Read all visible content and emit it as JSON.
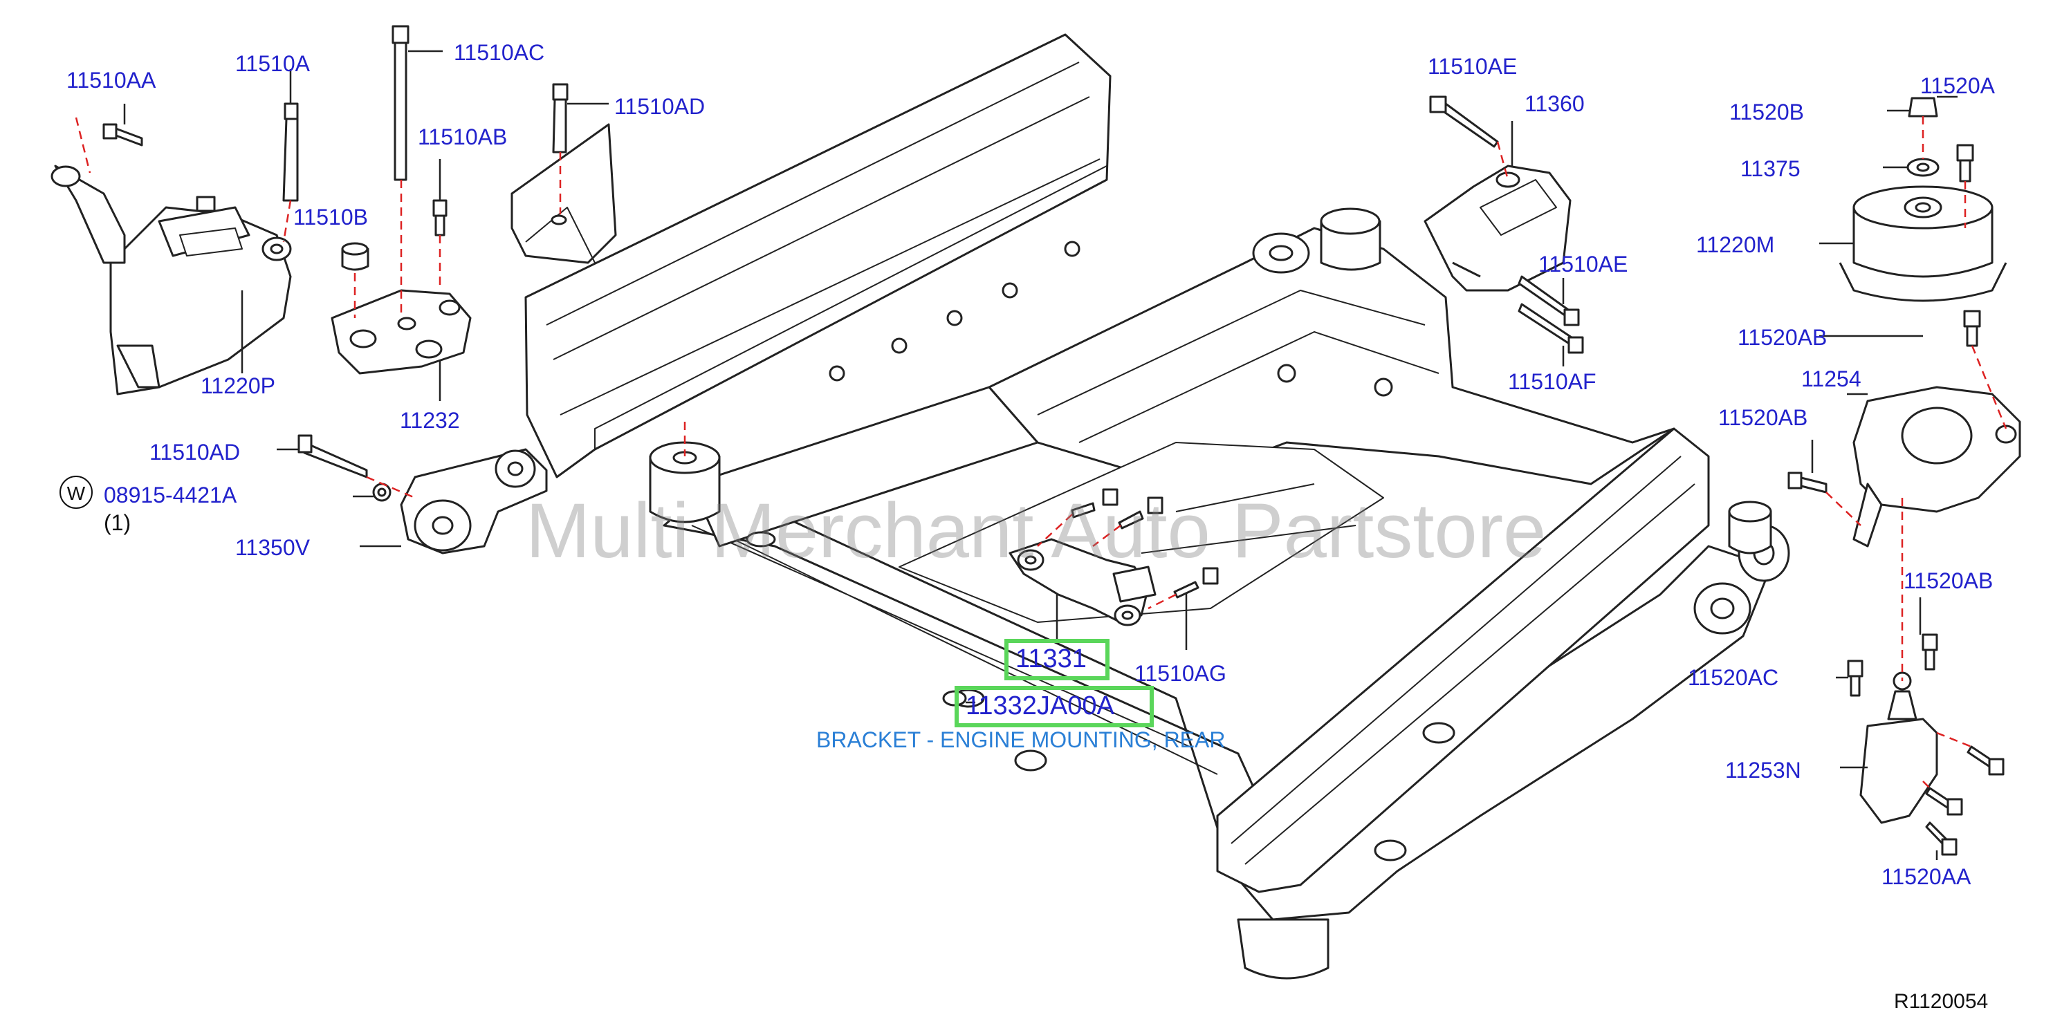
{
  "diagram": {
    "watermark": "Multi Merchant Auto Partstore",
    "diagram_code": "R1120054",
    "washer_symbol": "W",
    "labels": {
      "p11510AA_top": "11510AA",
      "p11510A": "11510A",
      "p11510AC": "11510AC",
      "p11510AD_top": "11510AD",
      "p11510AB": "11510AB",
      "p11510B": "11510B",
      "p11220P": "11220P",
      "p11232": "11232",
      "p11510AD_low": "11510AD",
      "p08915": "08915-4421A",
      "p08915_qty": "(1)",
      "p11350V": "11350V",
      "p11510AE_top": "11510AE",
      "p11360": "11360",
      "p11510AE_low": "11510AE",
      "p11510AF": "11510AF",
      "p11520B": "11520B",
      "p11520A": "11520A",
      "p11375": "11375",
      "p11220M": "11220M",
      "p11520AB_1": "11520AB",
      "p11254": "11254",
      "p11520AB_2": "11520AB",
      "p11520AB_3": "11520AB",
      "p11520AC": "11520AC",
      "p11253N": "11253N",
      "p11520AA_low": "11520AA",
      "p11331": "11331",
      "p11332": "11332JA00A",
      "p11510AG": "11510AG"
    },
    "highlight_description": "BRACKET - ENGINE MOUNTING, REAR",
    "colors": {
      "label": "#2222cc",
      "highlight": "#5ad65a",
      "leader": "#dd2222",
      "line": "#222222"
    }
  }
}
